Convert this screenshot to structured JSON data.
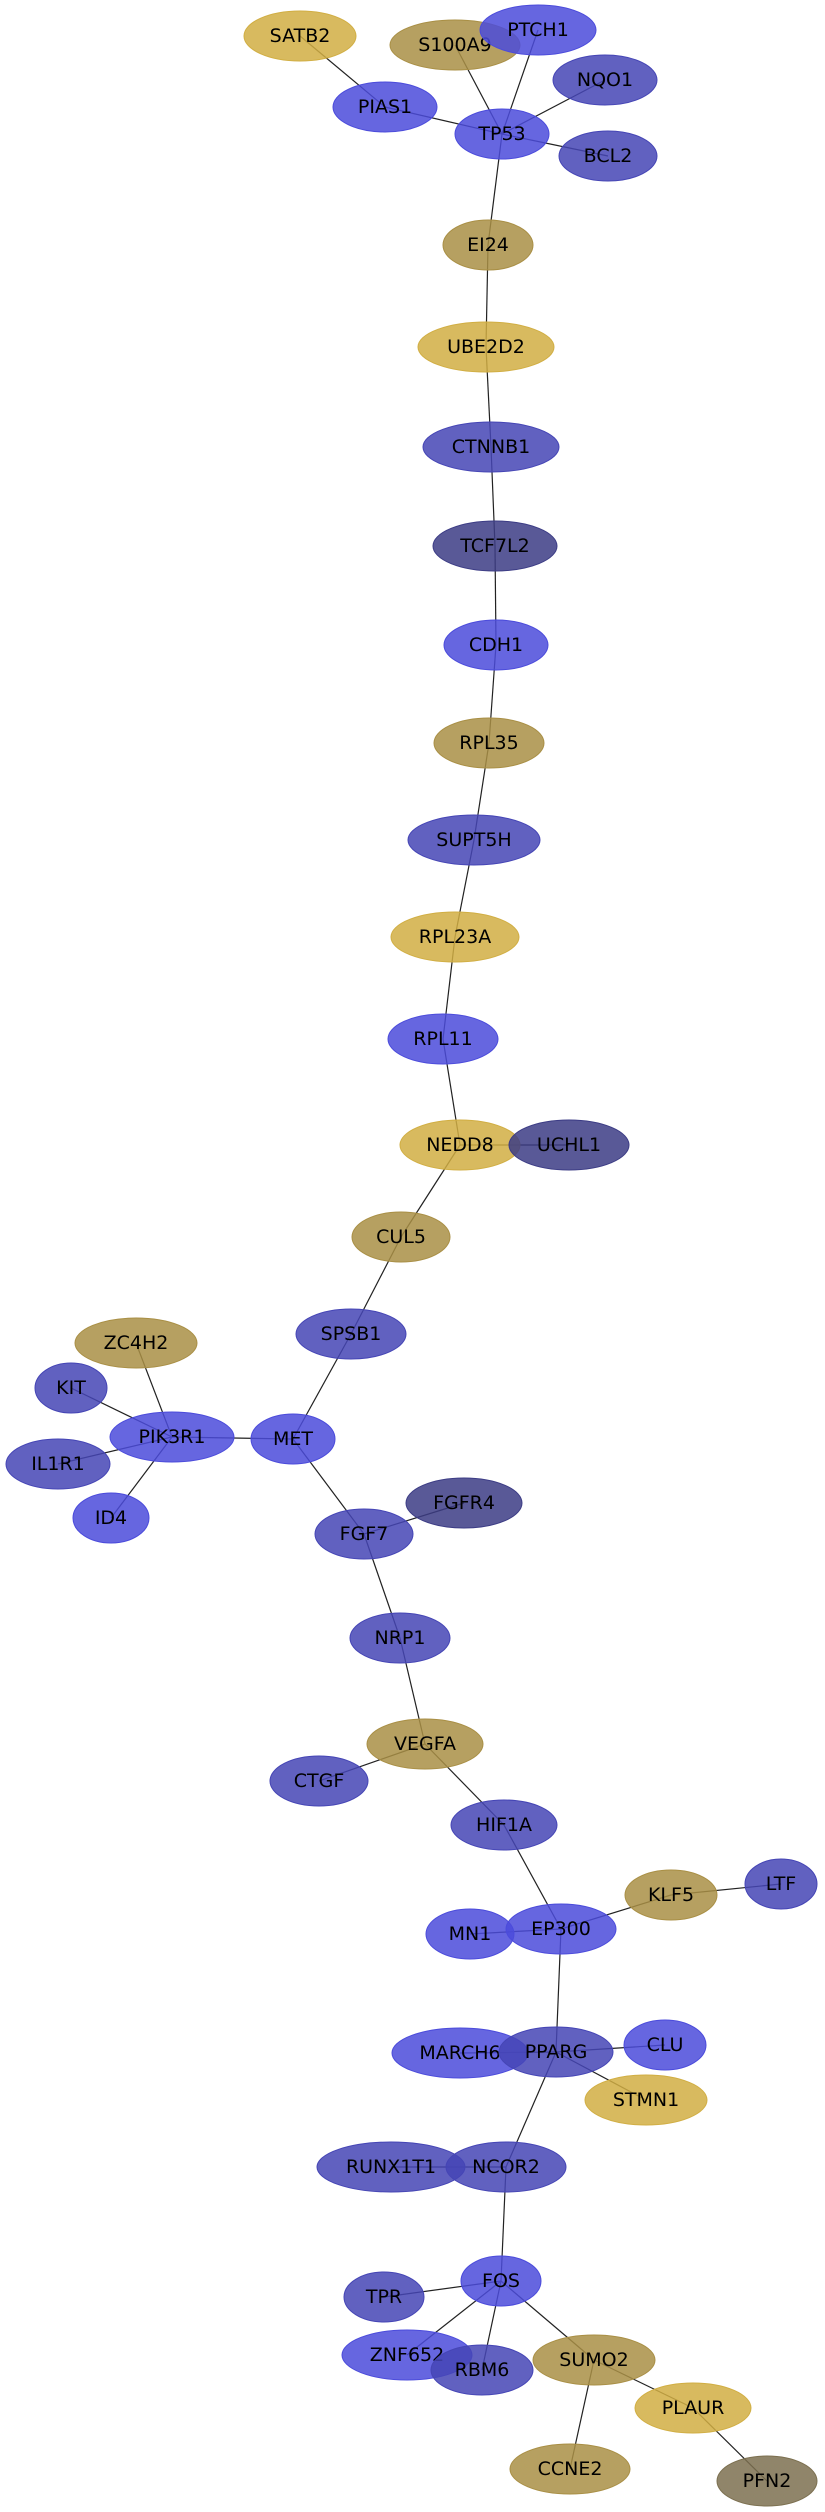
{
  "palette": {
    "blue": "#4b4bdb",
    "slate": "#4545b5",
    "navy": "#3c3c85",
    "gold": "#d1ae43",
    "olive": "#a98f45",
    "brown": "#7c7050"
  },
  "nodes": [
    {
      "id": "SATB2",
      "label": "SATB2",
      "color": "gold"
    },
    {
      "id": "S100A9",
      "label": "S100A9",
      "color": "olive"
    },
    {
      "id": "PTCH1",
      "label": "PTCH1",
      "color": "blue"
    },
    {
      "id": "NQO1",
      "label": "NQO1",
      "color": "slate"
    },
    {
      "id": "PIAS1",
      "label": "PIAS1",
      "color": "blue"
    },
    {
      "id": "TP53",
      "label": "TP53",
      "color": "blue"
    },
    {
      "id": "BCL2",
      "label": "BCL2",
      "color": "slate"
    },
    {
      "id": "EI24",
      "label": "EI24",
      "color": "olive"
    },
    {
      "id": "UBE2D2",
      "label": "UBE2D2",
      "color": "gold"
    },
    {
      "id": "CTNNB1",
      "label": "CTNNB1",
      "color": "slate"
    },
    {
      "id": "TCF7L2",
      "label": "TCF7L2",
      "color": "navy"
    },
    {
      "id": "CDH1",
      "label": "CDH1",
      "color": "blue"
    },
    {
      "id": "RPL35",
      "label": "RPL35",
      "color": "olive"
    },
    {
      "id": "SUPT5H",
      "label": "SUPT5H",
      "color": "slate"
    },
    {
      "id": "RPL23A",
      "label": "RPL23A",
      "color": "gold"
    },
    {
      "id": "RPL11",
      "label": "RPL11",
      "color": "blue"
    },
    {
      "id": "NEDD8",
      "label": "NEDD8",
      "color": "gold"
    },
    {
      "id": "UCHL1",
      "label": "UCHL1",
      "color": "navy"
    },
    {
      "id": "CUL5",
      "label": "CUL5",
      "color": "olive"
    },
    {
      "id": "SPSB1",
      "label": "SPSB1",
      "color": "slate"
    },
    {
      "id": "ZC4H2",
      "label": "ZC4H2",
      "color": "olive"
    },
    {
      "id": "KIT",
      "label": "KIT",
      "color": "slate"
    },
    {
      "id": "PIK3R1",
      "label": "PIK3R1",
      "color": "blue"
    },
    {
      "id": "MET",
      "label": "MET",
      "color": "blue"
    },
    {
      "id": "IL1R1",
      "label": "IL1R1",
      "color": "slate"
    },
    {
      "id": "ID4",
      "label": "ID4",
      "color": "blue"
    },
    {
      "id": "FGFR4",
      "label": "FGFR4",
      "color": "navy"
    },
    {
      "id": "FGF7",
      "label": "FGF7",
      "color": "slate"
    },
    {
      "id": "NRP1",
      "label": "NRP1",
      "color": "slate"
    },
    {
      "id": "VEGFA",
      "label": "VEGFA",
      "color": "olive"
    },
    {
      "id": "CTGF",
      "label": "CTGF",
      "color": "slate"
    },
    {
      "id": "HIF1A",
      "label": "HIF1A",
      "color": "slate"
    },
    {
      "id": "KLF5",
      "label": "KLF5",
      "color": "olive"
    },
    {
      "id": "LTF",
      "label": "LTF",
      "color": "slate"
    },
    {
      "id": "MN1",
      "label": "MN1",
      "color": "blue"
    },
    {
      "id": "EP300",
      "label": "EP300",
      "color": "blue"
    },
    {
      "id": "MARCH6",
      "label": "MARCH6",
      "color": "blue"
    },
    {
      "id": "PPARG",
      "label": "PPARG",
      "color": "slate"
    },
    {
      "id": "CLU",
      "label": "CLU",
      "color": "blue"
    },
    {
      "id": "STMN1",
      "label": "STMN1",
      "color": "gold"
    },
    {
      "id": "RUNX1T1",
      "label": "RUNX1T1",
      "color": "slate"
    },
    {
      "id": "NCOR2",
      "label": "NCOR2",
      "color": "slate"
    },
    {
      "id": "FOS",
      "label": "FOS",
      "color": "blue"
    },
    {
      "id": "TPR",
      "label": "TPR",
      "color": "slate"
    },
    {
      "id": "ZNF652",
      "label": "ZNF652",
      "color": "blue"
    },
    {
      "id": "RBM6",
      "label": "RBM6",
      "color": "slate"
    },
    {
      "id": "SUMO2",
      "label": "SUMO2",
      "color": "olive"
    },
    {
      "id": "PLAUR",
      "label": "PLAUR",
      "color": "gold"
    },
    {
      "id": "CCNE2",
      "label": "CCNE2",
      "color": "olive"
    },
    {
      "id": "PFN2",
      "label": "PFN2",
      "color": "brown"
    }
  ],
  "edges": [
    [
      "SATB2",
      "PIAS1"
    ],
    [
      "PIAS1",
      "TP53"
    ],
    [
      "S100A9",
      "TP53"
    ],
    [
      "PTCH1",
      "TP53"
    ],
    [
      "NQO1",
      "TP53"
    ],
    [
      "BCL2",
      "TP53"
    ],
    [
      "TP53",
      "EI24"
    ],
    [
      "EI24",
      "UBE2D2"
    ],
    [
      "UBE2D2",
      "CTNNB1"
    ],
    [
      "CTNNB1",
      "TCF7L2"
    ],
    [
      "TCF7L2",
      "CDH1"
    ],
    [
      "CDH1",
      "RPL35"
    ],
    [
      "RPL35",
      "SUPT5H"
    ],
    [
      "SUPT5H",
      "RPL23A"
    ],
    [
      "RPL23A",
      "RPL11"
    ],
    [
      "RPL11",
      "NEDD8"
    ],
    [
      "NEDD8",
      "UCHL1"
    ],
    [
      "NEDD8",
      "CUL5"
    ],
    [
      "CUL5",
      "SPSB1"
    ],
    [
      "SPSB1",
      "MET"
    ],
    [
      "ZC4H2",
      "PIK3R1"
    ],
    [
      "KIT",
      "PIK3R1"
    ],
    [
      "IL1R1",
      "PIK3R1"
    ],
    [
      "ID4",
      "PIK3R1"
    ],
    [
      "PIK3R1",
      "MET"
    ],
    [
      "MET",
      "FGF7"
    ],
    [
      "FGFR4",
      "FGF7"
    ],
    [
      "FGF7",
      "NRP1"
    ],
    [
      "NRP1",
      "VEGFA"
    ],
    [
      "CTGF",
      "VEGFA"
    ],
    [
      "VEGFA",
      "HIF1A"
    ],
    [
      "HIF1A",
      "EP300"
    ],
    [
      "KLF5",
      "EP300"
    ],
    [
      "KLF5",
      "LTF"
    ],
    [
      "MN1",
      "EP300"
    ],
    [
      "EP300",
      "PPARG"
    ],
    [
      "MARCH6",
      "PPARG"
    ],
    [
      "CLU",
      "PPARG"
    ],
    [
      "STMN1",
      "PPARG"
    ],
    [
      "PPARG",
      "NCOR2"
    ],
    [
      "RUNX1T1",
      "NCOR2"
    ],
    [
      "NCOR2",
      "FOS"
    ],
    [
      "TPR",
      "FOS"
    ],
    [
      "FOS",
      "ZNF652"
    ],
    [
      "FOS",
      "RBM6"
    ],
    [
      "FOS",
      "SUMO2"
    ],
    [
      "SUMO2",
      "PLAUR"
    ],
    [
      "SUMO2",
      "CCNE2"
    ],
    [
      "PLAUR",
      "PFN2"
    ]
  ]
}
